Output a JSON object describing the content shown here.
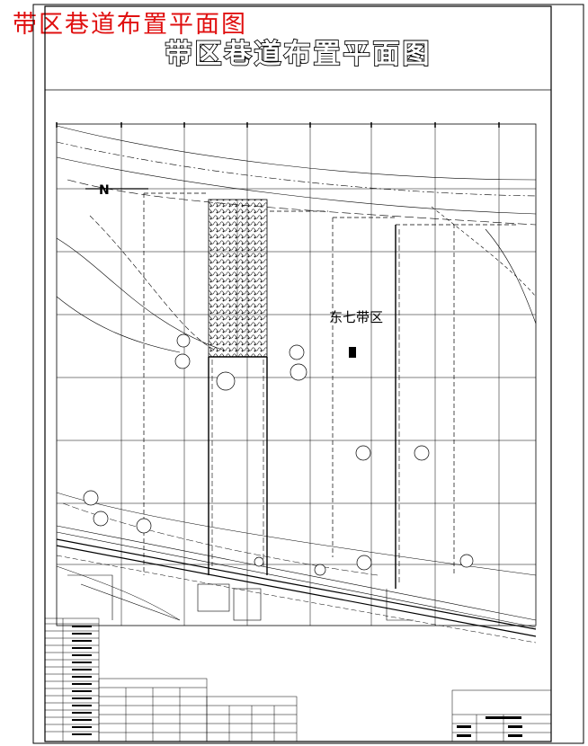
{
  "watermark": "带区巷道布置平面图",
  "drawing": {
    "title": "带区巷道布置平面图",
    "zone_label": "东七带区",
    "north_mark": "N"
  },
  "colors": {
    "watermark": "#e01010",
    "line": "#000000",
    "background": "#ffffff"
  }
}
